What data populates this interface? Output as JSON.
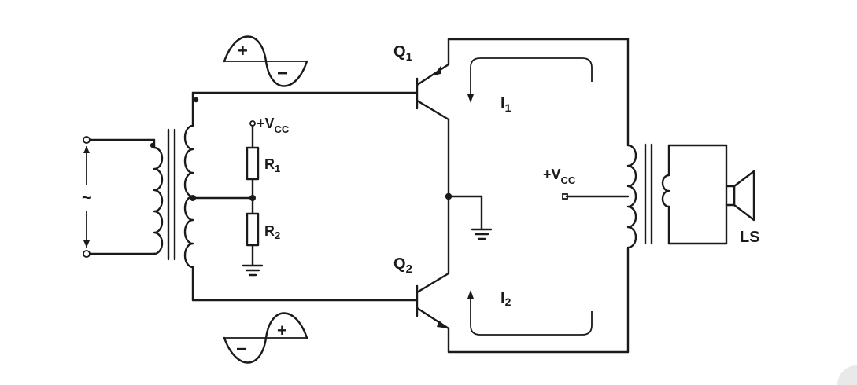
{
  "labels": {
    "q1": "Q",
    "q1_sub": "1",
    "q2": "Q",
    "q2_sub": "2",
    "i1": "I",
    "i1_sub": "1",
    "i2": "I",
    "i2_sub": "2",
    "r1": "R",
    "r1_sub": "1",
    "r2": "R",
    "r2_sub": "2",
    "vcc_bias": "+V",
    "vcc_bias_sub": "CC",
    "vcc_center": "+V",
    "vcc_center_sub": "CC",
    "speaker": "LS",
    "plus_top": "+",
    "minus_top": "−",
    "minus_bottom": "−",
    "plus_bottom": "+",
    "ac_symbol": "~"
  }
}
